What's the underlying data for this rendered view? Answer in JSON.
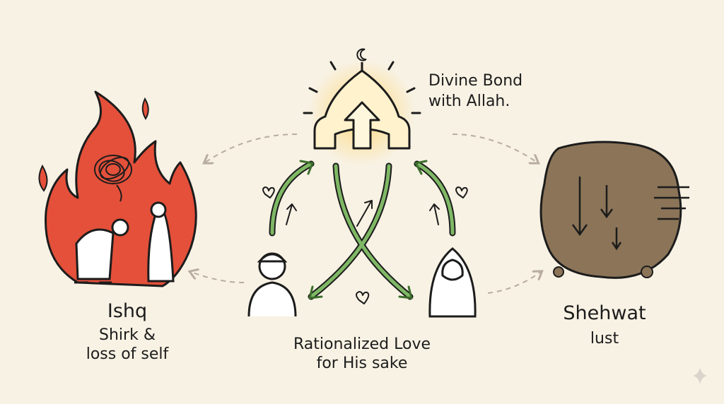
{
  "divine": {
    "line1": "Divine Bond",
    "line2": "with Allah."
  },
  "ishq": {
    "title": "Ishq",
    "line1": "Shirk &",
    "line2": "loss of self"
  },
  "rational": {
    "line1": "Rationalized Love",
    "line2": "for His sake"
  },
  "shehwat": {
    "title": "Shehwat",
    "line1": "lust"
  },
  "colors": {
    "background": "#f8f2e4",
    "fire": "#e4503a",
    "green": "#7fb865",
    "lust": "#8b7458",
    "glow": "#ffd46b"
  }
}
